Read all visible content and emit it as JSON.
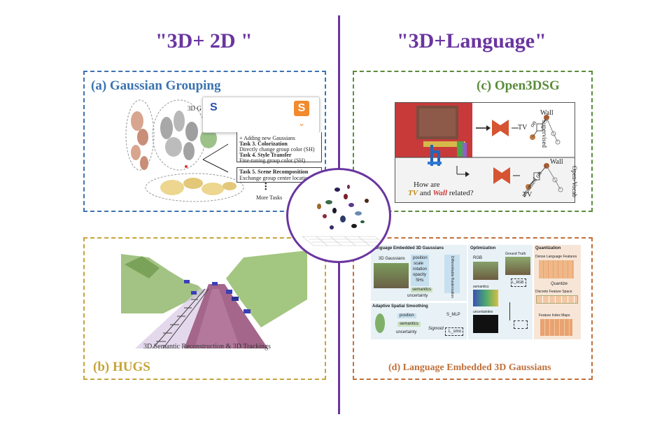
{
  "headings": {
    "left": "\"3D+ 2D \"",
    "right": "\"3D+Language\""
  },
  "panels": {
    "a": {
      "title": "(a) Gaussian Grouping",
      "popup_text": "S",
      "label_3dg": "3D G",
      "tasks1": [
        "+ Adding new Gaussians",
        "Task 3. Colorization",
        "Directly change group color (SH)",
        "Task 4. Style Transfer",
        "Fine-tuning group color (SH)"
      ],
      "tasks2": [
        "Task 5. Scene Recomposition",
        "Exchange group center locations"
      ],
      "more": "More Tasks"
    },
    "b": {
      "title": "(b) HUGS",
      "caption": "3D Semantic Reconstruction & 3D Trackings"
    },
    "c": {
      "title": "(c) Open3DSG",
      "supervised": "Supervised",
      "open_vocab": "Open-Vocab",
      "wall": "Wall",
      "tv": "TV",
      "on": "on",
      "mounted_on": "mounted on",
      "question_line1": "How are",
      "question_tv": "TV",
      "question_and": "and",
      "question_wall": "Wall",
      "question_end": "related?"
    },
    "d": {
      "title": "(d) Language Embedded 3D Gaussians",
      "lang_block": "Language Embedded 3D Gaussians",
      "gauss3d": "3D Gaussians",
      "attrs": [
        "position",
        "scale",
        "rotation",
        "opacity",
        "SHs"
      ],
      "semantics": "semantics",
      "uncertainty": "uncertainty",
      "raster": "Differentiable Rasterization",
      "optimization": "Optimization",
      "ground_truth": "Ground Truth",
      "rgb": "RGB",
      "l_rgb": "L_RGB",
      "semantic_label": "semantics",
      "uncertainties": "uncertainties",
      "adaptive": "Adaptive Spatial Smoothing",
      "s_mlp": "S_MLP",
      "l_smo": "L_smo",
      "sigmoid": "Sigmoid",
      "quantization": "Quantization",
      "dense_feat": "Dense Language Features",
      "quantize": "Quantize",
      "discrete": "Discrete Feature Space",
      "index_maps": "Feature Index Maps"
    }
  },
  "colors": {
    "purple": "#6a35a0",
    "blue": "#3b73b0",
    "gold": "#c6a43a",
    "green": "#5a8c3a",
    "orange": "#c0703a"
  }
}
